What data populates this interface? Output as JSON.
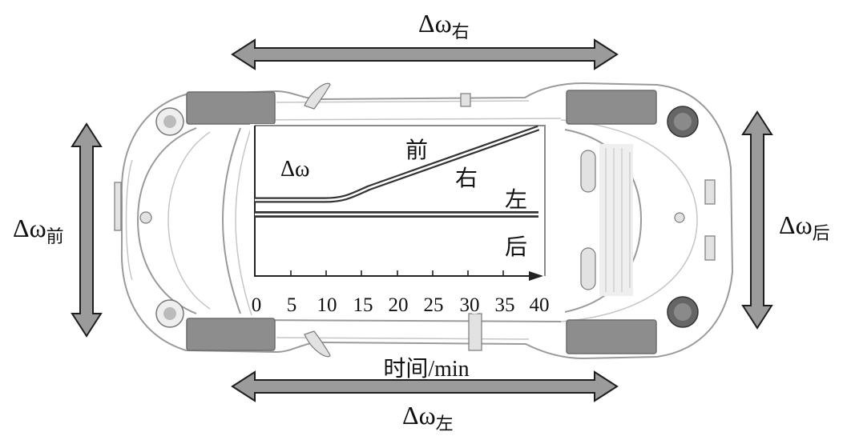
{
  "arrows": {
    "top": {
      "symbol": "Δω",
      "sub": "右"
    },
    "bottom": {
      "symbol": "Δω",
      "sub": "左"
    },
    "left": {
      "symbol": "Δω",
      "sub": "前"
    },
    "right": {
      "symbol": "Δω",
      "sub": "后"
    }
  },
  "inset": {
    "y_label": "Δω",
    "x_label": "时间/min",
    "x_ticks": [
      "0",
      "5",
      "10",
      "15",
      "20",
      "25",
      "30",
      "35",
      "40"
    ],
    "rising_labels": [
      "前",
      "右"
    ],
    "flat_labels": [
      "左",
      "后"
    ]
  },
  "colors": {
    "arrow_fill": "#9b9b9b",
    "arrow_stroke": "#1e1e1e",
    "wheel_fill": "#8d8d8d",
    "car_line": "#9a9a9a",
    "curve_line": "#333333"
  }
}
